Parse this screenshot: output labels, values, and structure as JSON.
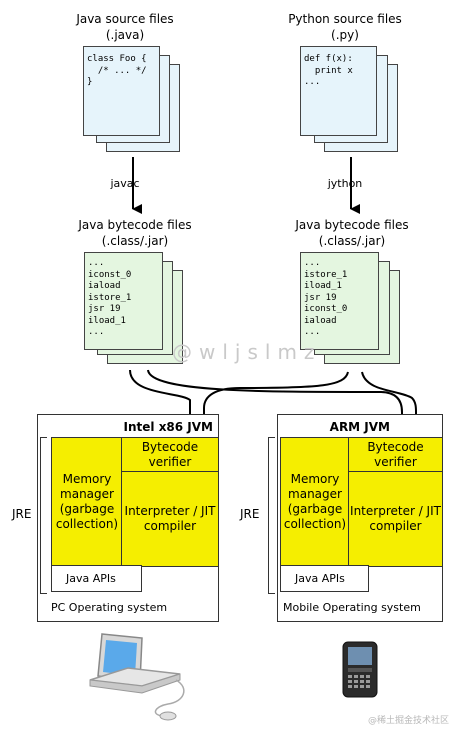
{
  "java_column": {
    "source_title": "Java source files",
    "source_ext": "(.java)",
    "source_code": "class Foo {\n  /* ... */\n}",
    "compiler": "javac",
    "bytecode_title": "Java bytecode files",
    "bytecode_ext": "(.class/.jar)",
    "bytecode_code": "...\niconst_0\niaload\nistore_1\njsr 19\niload_1\n..."
  },
  "python_column": {
    "source_title": "Python source files",
    "source_ext": "(.py)",
    "source_code": "def f(x):\n  print x\n...",
    "compiler": "jython",
    "bytecode_title": "Java bytecode files",
    "bytecode_ext": "(.class/.jar)",
    "bytecode_code": "...\nistore_1\niload_1\njsr 19\niconst_0\niaload\n..."
  },
  "jvm_left": {
    "title": "Intel x86 JVM",
    "memory": "Memory manager (garbage collection)",
    "verifier": "Bytecode verifier",
    "interpreter": "Interpreter / JIT compiler",
    "apis": "Java APIs",
    "os": "PC Operating system",
    "jre": "JRE"
  },
  "jvm_right": {
    "title": "ARM JVM",
    "memory": "Memory manager (garbage collection)",
    "verifier": "Bytecode verifier",
    "interpreter": "Interpreter / JIT compiler",
    "apis": "Java APIs",
    "os": "Mobile Operating system",
    "jre": "JRE"
  },
  "watermark": "@wljslmz",
  "footer_credit": "@稀土掘金技术社区",
  "icons": [
    "laptop-icon",
    "smartphone-icon"
  ]
}
